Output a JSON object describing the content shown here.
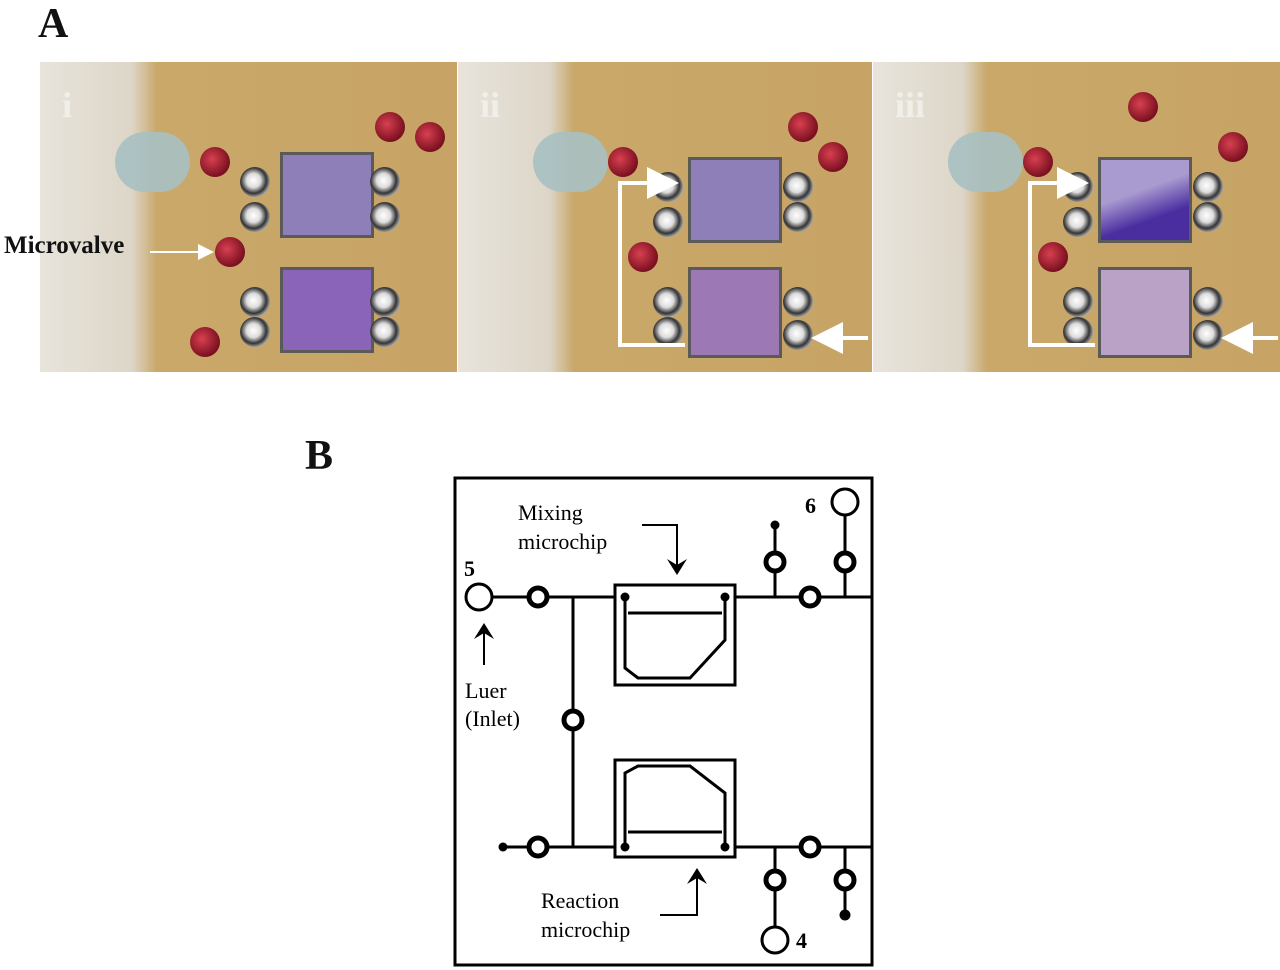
{
  "panel_a": {
    "letter": "A",
    "frames": [
      "i",
      "ii",
      "iii"
    ],
    "microvalve_label": "Microvalve"
  },
  "panel_b": {
    "letter": "B",
    "mixing_label": [
      "Mixing",
      "microchip"
    ],
    "reaction_label": [
      "Reaction",
      "microchip"
    ],
    "luer_label": [
      "Luer",
      "(Inlet)"
    ],
    "port_5": "5",
    "port_6": "6",
    "port_4": "4"
  }
}
